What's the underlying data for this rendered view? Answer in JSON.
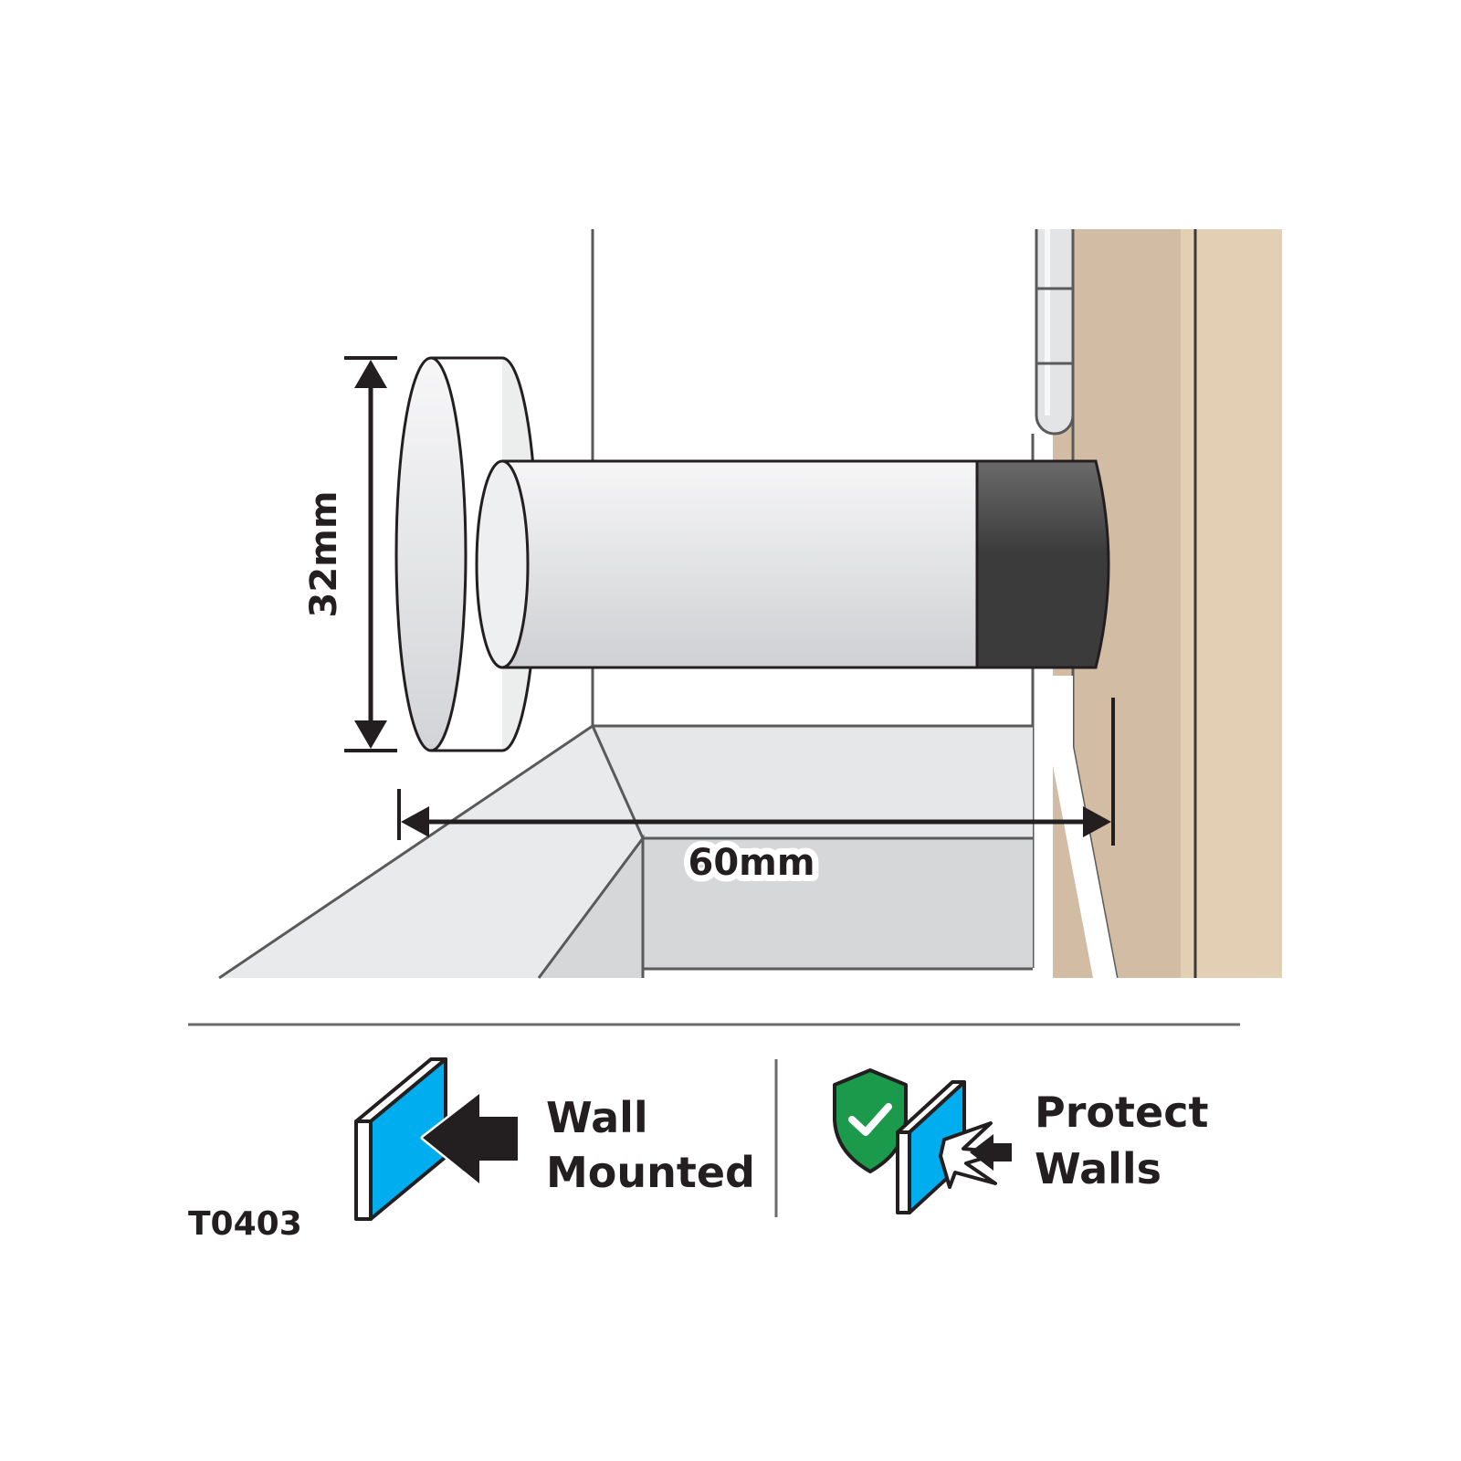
{
  "dimensions": {
    "height_label": "32mm",
    "depth_label": "60mm"
  },
  "features": [
    {
      "icon": "wall-mount-icon",
      "line1": "Wall",
      "line2": "Mounted"
    },
    {
      "icon": "protect-walls-icon",
      "line1": "Protect",
      "line2": "Walls"
    }
  ],
  "product_code": "T0403",
  "colors": {
    "door_face": "#d2bca4",
    "door_edge": "#e2cfb4",
    "stopper_body": "#d8d9dc",
    "rubber_tip": "#3b3a3b",
    "icon_blue": "#00aeef",
    "shield_green": "#1a9a4a",
    "outline": "#231f20"
  }
}
